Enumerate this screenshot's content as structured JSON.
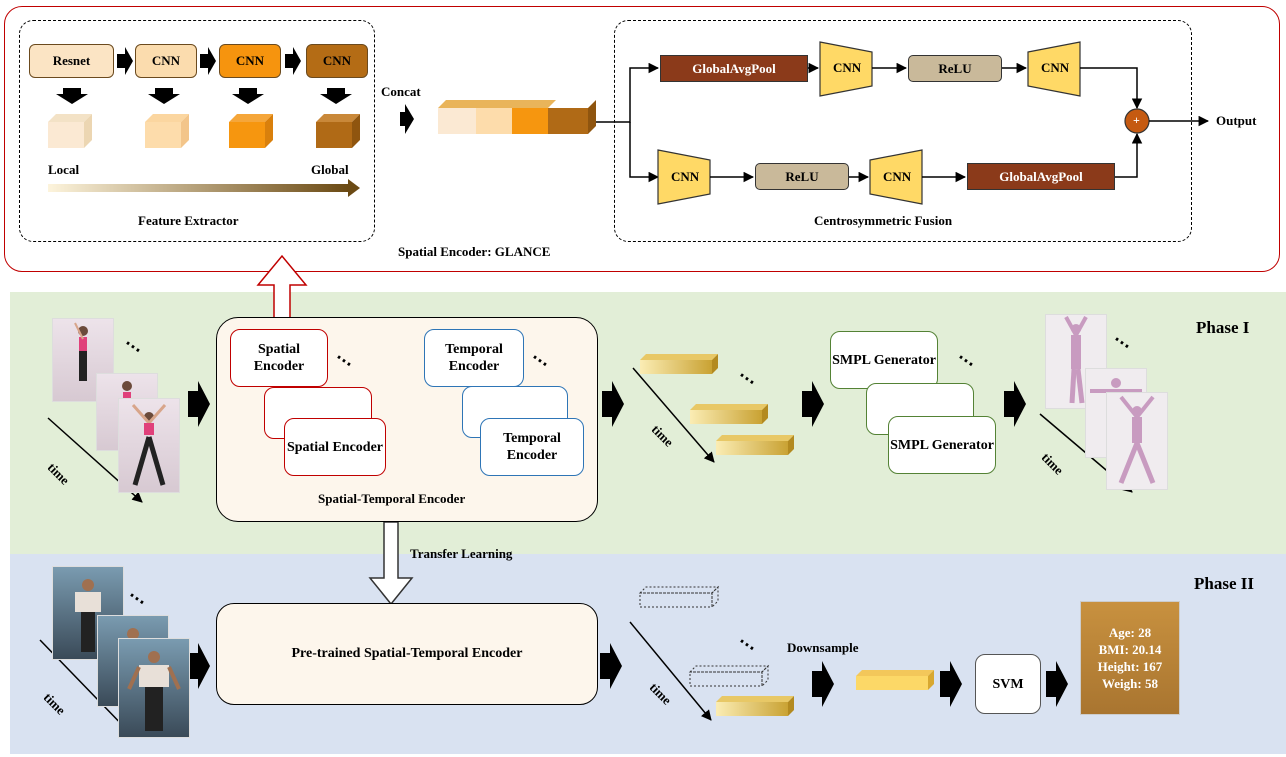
{
  "glance": {
    "title": "Spatial Encoder: GLANCE",
    "feature_extractor": {
      "title": "Feature Extractor",
      "blocks": [
        "Resnet",
        "CNN",
        "CNN",
        "CNN"
      ],
      "local_label": "Local",
      "global_label": "Global"
    },
    "concat_label": "Concat",
    "fusion": {
      "title": "Centrosymmetric Fusion",
      "top_row": [
        "GlobalAvgPool",
        "CNN",
        "ReLU",
        "CNN"
      ],
      "bottom_row": [
        "CNN",
        "ReLU",
        "CNN",
        "GlobalAvgPool"
      ],
      "sum_symbol": "+",
      "output_label": "Output"
    }
  },
  "phase1": {
    "label": "Phase I",
    "time_label": "time",
    "dots": "⋯",
    "st_encoder": {
      "title": "Spatial-Temporal Encoder",
      "spatial_a": "Spatial Encoder",
      "spatial_b": "Spatial Encoder",
      "temporal_a": "Temporal Encoder",
      "temporal_b": "Temporal Encoder"
    },
    "smpl_a": "SMPL Generator",
    "smpl_b": "SMPL Generator"
  },
  "transfer_label": "Transfer Learning",
  "phase2": {
    "label": "Phase II",
    "time_label": "time",
    "pretrained_label": "Pre-trained Spatial-Temporal Encoder",
    "downsample_label": "Downsample",
    "svm_label": "SVM",
    "result": {
      "age": "Age: 28",
      "bmi": "BMI: 20.14",
      "height": "Height: 167",
      "weight": "Weigh: 58"
    }
  },
  "colors": {
    "phase1_bg": "#e2eed7",
    "phase2_bg": "#d9e2f1",
    "red_border": "#c00000",
    "blue_border": "#2e75b6",
    "green_border": "#548235",
    "fusion_yellow": "#ffd966",
    "gap_brown": "#8b3a1a",
    "relu_gray": "#c9b99a"
  }
}
